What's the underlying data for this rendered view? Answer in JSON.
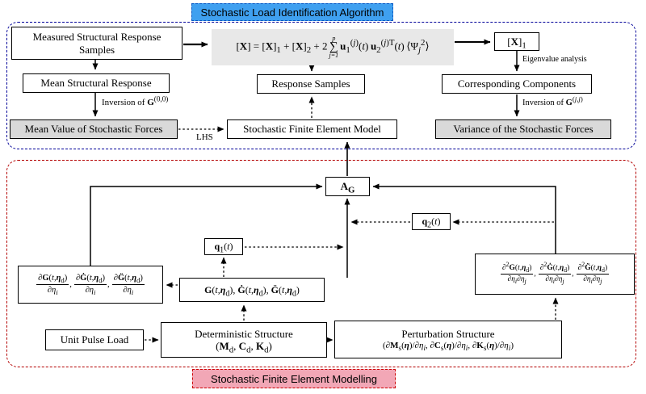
{
  "banners": {
    "top": "Stochastic Load Identification Algorithm",
    "bottom": "Stochastic Finite Element Modelling"
  },
  "colors": {
    "banner_blue": "#3FA0F0",
    "banner_pink": "#F2A7B6",
    "container_blue": "#000099",
    "container_red": "#B40000",
    "gray_box": "#D9D9D9",
    "equation_bg": "#E8E8E8"
  },
  "top_section": {
    "measured": "Measured Structural Response Samples",
    "mean_response": "Mean Structural Response",
    "inversion_mean_html": "Inversion  of  <b>G</b><sup>(0,0)</sup>",
    "mean_value": "Mean Value of Stochastic Forces",
    "equation_html": "[<b>X</b>] = [<b>X</b>]<sub>1</sub> + [<b>X</b>]<sub>2</sub> + 2<span class='sum'><span class='t'>p</span><span class='s'>&#8721;</span><span class='b'>j=1</span></span><b>u</b><sub>1</sub><sup>(<i>j</i>)</sup>(<i>t</i>)&#8201;<b>u</b><sub>2</sub><sup>(<i>j</i>)T</sup>(<i>t</i>)&#8201;&#10216;&#936;<sub><i>j</i></sub><sup>2</sup>&#10217;",
    "response_samples": "Response Samples",
    "sfem": "Stochastic Finite Element Model",
    "lhs": "LHS",
    "x1_html": "[<b>X</b>]<sub>1</sub>",
    "eigen": "Eigenvalue analysis",
    "corresponding": "Corresponding  Components",
    "inversion_var_html": "Inversion  of  <b>G</b><sup>(<i>j</i>,<i>j</i>)</sup>",
    "variance": "Variance of the Stochastic Forces"
  },
  "bottom_section": {
    "ag_html": "<b>A</b><sub><b>G</b></sub>",
    "q1_html": "<b>q</b><sub>1</sub>(<i>t</i>)",
    "q2_html": "<b>q</b><sub>2</sub>(<i>t</i>)",
    "first_partials_html": "<span class='frac'><span class='nu'>&#8706;<b>G</b>(<i>t</i>,<b><i>&#951;</i></b><sub>d</sub>)</span><span class='de'>&#8706;<i>&#951;</i><sub><i>i</i></sub></span></span>,&#8201;<span class='frac'><span class='nu'>&#8706;<b>G&#775;</b>(<i>t</i>,<b><i>&#951;</i></b><sub>d</sub>)</span><span class='de'>&#8706;<i>&#951;</i><sub><i>i</i></sub></span></span>,&#8201;<span class='frac'><span class='nu'>&#8706;<b>G&#776;</b>(<i>t</i>,<b><i>&#951;</i></b><sub>d</sub>)</span><span class='de'>&#8706;<i>&#951;</i><sub><i>i</i></sub></span></span>",
    "g_matrices_html": "<b>G</b>(<i>t</i>,<b><i>&#951;</i></b><sub>d</sub>), <b>G&#775;</b>(<i>t</i>,<b><i>&#951;</i></b><sub>d</sub>), <b>G&#776;</b>(<i>t</i>,<b><i>&#951;</i></b><sub>d</sub>)",
    "second_partials_html": "<span class='frac'><span class='nu'>&#8706;<sup>2</sup><b>G</b>(<i>t</i>,<b><i>&#951;</i></b><sub>d</sub>)</span><span class='de'>&#8706;<i>&#951;</i><sub><i>i</i></sub>&#8706;<i>&#951;</i><sub><i>j</i></sub></span></span>,&#8201;<span class='frac'><span class='nu'>&#8706;<sup>2</sup><b>G&#775;</b>(<i>t</i>,<b><i>&#951;</i></b><sub>d</sub>)</span><span class='de'>&#8706;<i>&#951;</i><sub><i>i</i></sub>&#8706;<i>&#951;</i><sub><i>j</i></sub></span></span>,&#8201;<span class='frac'><span class='nu'>&#8706;<sup>2</sup><b>G&#776;</b>(<i>t</i>,<b><i>&#951;</i></b><sub>d</sub>)</span><span class='de'>&#8706;<i>&#951;</i><sub><i>i</i></sub>&#8706;<i>&#951;</i><sub><i>j</i></sub></span></span>",
    "unit_pulse": "Unit Pulse Load",
    "deterministic_title": "Deterministic Structure",
    "deterministic_params_html": "(<b>M</b><sub>d</sub>, <b>C</b><sub>d</sub>, <b>K</b><sub>d</sub>)",
    "perturbation_title": "Perturbation Structure",
    "perturbation_params_html": "(&#8706;<b>M</b><sub>s</sub>(<b><i>&#951;</i></b>)/&#8706;<i>&#951;</i><sub><i>i</i></sub>, &#8706;<b>C</b><sub>s</sub>(<b><i>&#951;</i></b>)/&#8706;<i>&#951;</i><sub><i>i</i></sub>, &#8706;<b>K</b><sub>s</sub>(<b><i>&#951;</i></b>)/&#8706;<i>&#951;</i><sub><i>i</i></sub>)"
  }
}
